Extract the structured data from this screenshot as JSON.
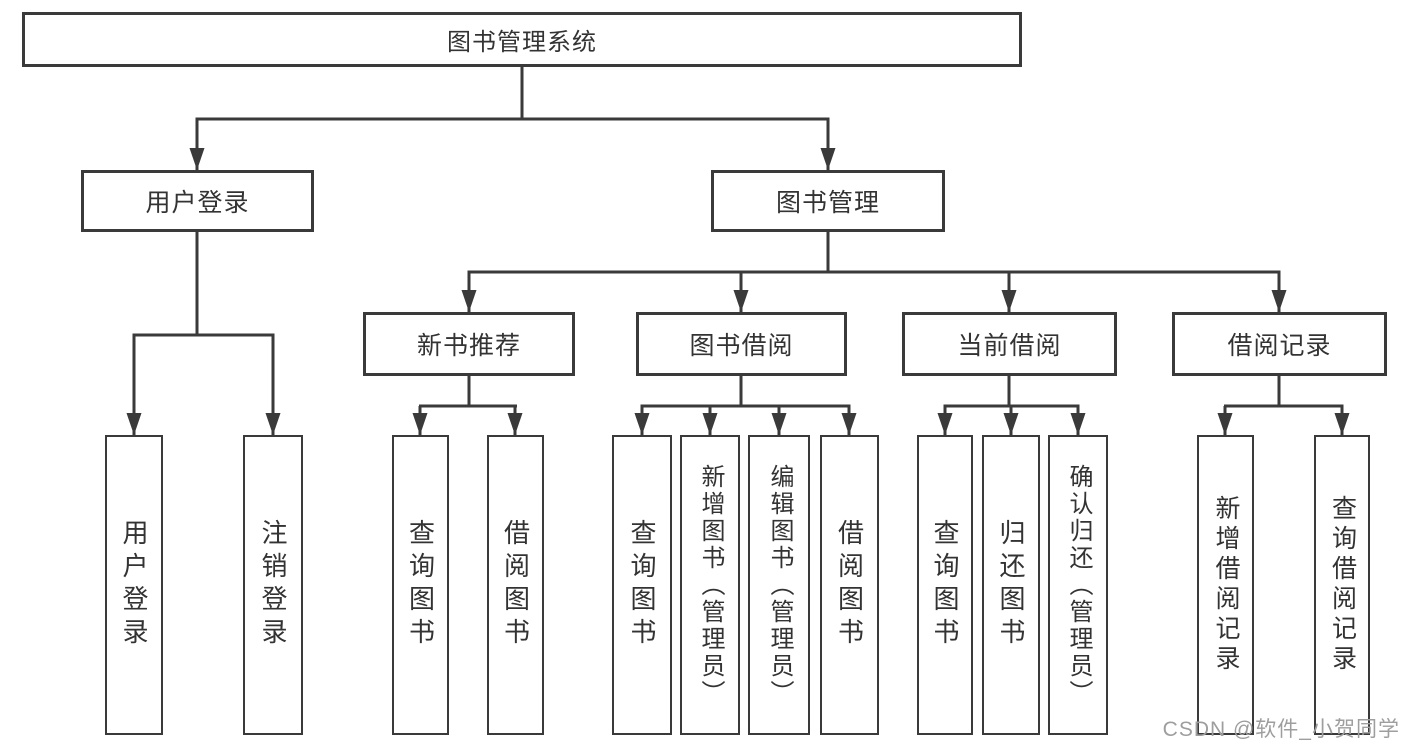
{
  "colors": {
    "line": "#3a3a3a",
    "border": "#3a3a3a",
    "text": "#333333",
    "box_background": "#ffffff",
    "watermark": "#9e9e9e"
  },
  "diagram": {
    "root": "图书管理系统",
    "level2": {
      "user_login": "用户登录",
      "book_mgmt": "图书管理"
    },
    "level3": {
      "new_books": "新书推荐",
      "borrowing": "图书借阅",
      "current": "当前借阅",
      "records": "借阅记录"
    },
    "leaves": {
      "user_login": "用户登录",
      "logout": "注销登录",
      "nb_query": "查询图书",
      "nb_borrow": "借阅图书",
      "bb_query": "查询图书",
      "bb_add": "新增图书（管理员）",
      "bb_edit": "编辑图书（管理员）",
      "bb_borrow": "借阅图书",
      "cb_query": "查询图书",
      "cb_return": "归还图书",
      "cb_confirm": "确认归还（管理员）",
      "br_add": "新增借阅记录",
      "br_query": "查询借阅记录"
    }
  },
  "watermark": "CSDN @软件_小贺同学"
}
